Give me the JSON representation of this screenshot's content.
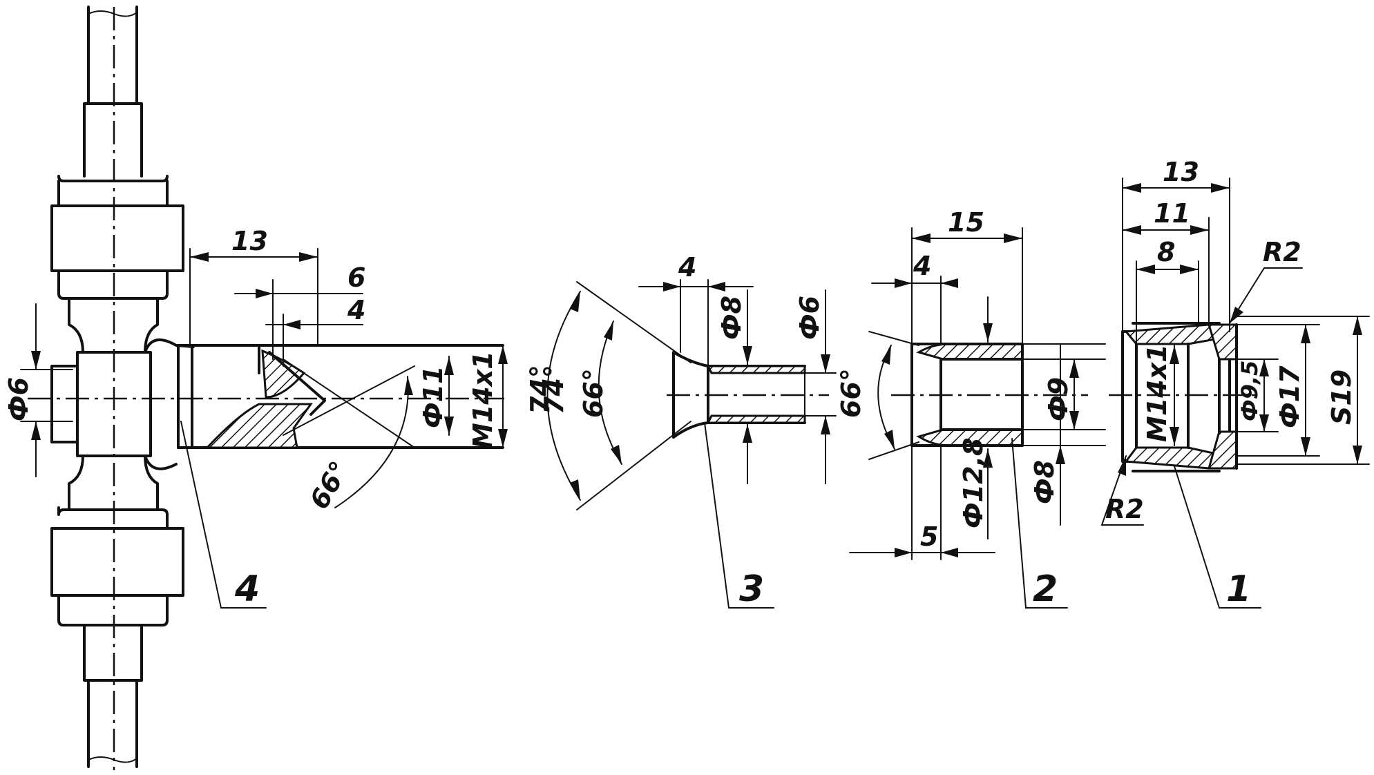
{
  "colors": {
    "ink": "#111111",
    "background": "#ffffff"
  },
  "labels": {
    "dia6_left": "Ф6",
    "tee_13": "13",
    "tee_6": "6",
    "tee_4": "4",
    "tee_dia11": "Ф11",
    "tee_m14": "M14x1",
    "tee_74": "74°",
    "tee_66": "66°",
    "part4": "4",
    "nip_4": "4",
    "nip_dia8": "Ф8",
    "nip_dia6": "Ф6",
    "nip_66": "66°",
    "part3": "3",
    "sl_15": "15",
    "sl_4": "4",
    "sl_66": "66°",
    "sl_dia9": "Ф9",
    "sl_dia8": "Ф8",
    "sl_dia128": "Ф12,8",
    "sl_5": "5",
    "part2": "2",
    "nut_13": "13",
    "nut_11": "11",
    "nut_8": "8",
    "nut_r2_top": "R2",
    "nut_m14": "M14x1",
    "nut_dia95": "Ф9,5",
    "nut_dia17": "Ф17",
    "nut_s19": "S19",
    "nut_r2_bottom": "R2",
    "part1": "1"
  }
}
